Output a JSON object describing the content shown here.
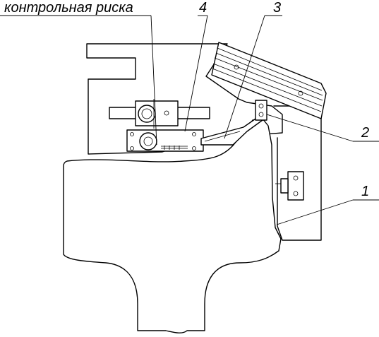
{
  "labels": {
    "control_mark": "контрольная риска",
    "callout_1": "1",
    "callout_2": "2",
    "callout_3": "3",
    "callout_4": "4"
  }
}
